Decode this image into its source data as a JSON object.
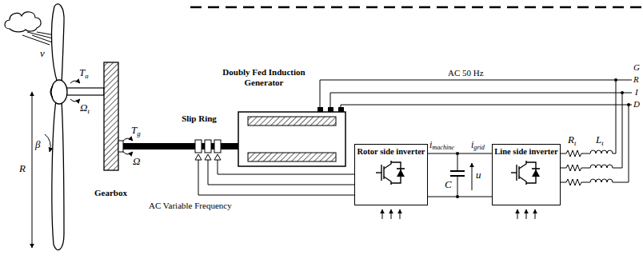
{
  "diagram": {
    "nodes": [
      {
        "text": [
          "Doubly Fed Induction Generator"
        ]
      },
      {
        "text": [
          "Rotor side inverter"
        ]
      },
      {
        "text": [
          "Line side inverter"
        ]
      }
    ],
    "edges": [
      {
        "from": 1,
        "to": 2,
        "arrow": "none"
      }
    ],
    "labels": [
      "v",
      "Ta",
      "Ωt",
      "β",
      "R",
      "Gearbox",
      "Tg",
      "Ω",
      "Slip Ring",
      "AC 50 Hz",
      "G",
      "R",
      "I",
      "D",
      "imachine",
      "igrid",
      "u",
      "C",
      "Rt",
      "Lt",
      "AC Variable Frequency"
    ]
  }
}
